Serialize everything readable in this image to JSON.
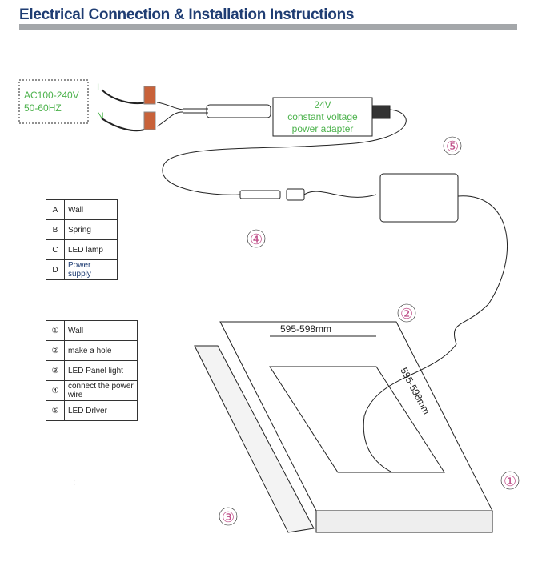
{
  "title": "Electrical Connection & Installation Instructions",
  "supply": {
    "line1": "AC100-240V",
    "line2": "50-60HZ",
    "L": "L",
    "N": "N"
  },
  "adapter": {
    "line1": "24V",
    "line2": "constant voltage",
    "line3": "power adapter"
  },
  "dimensions": {
    "width": "595-598mm",
    "height": "595-598mm"
  },
  "callouts": [
    "①",
    "②",
    "③",
    "④",
    "⑤"
  ],
  "legend_letters": [
    {
      "key": "A",
      "label": "Wall"
    },
    {
      "key": "B",
      "label": "Spring"
    },
    {
      "key": "C",
      "label": "LED lamp"
    },
    {
      "key": "D",
      "label": "Power supply"
    }
  ],
  "legend_numbers": [
    {
      "key": "①",
      "label": "Wall"
    },
    {
      "key": "②",
      "label": "make a hole"
    },
    {
      "key": "③",
      "label": "LED Panel light"
    },
    {
      "key": "④",
      "label": "connect  the power wire"
    },
    {
      "key": "⑤",
      "label": "LED Drlver"
    }
  ],
  "colon": ":"
}
